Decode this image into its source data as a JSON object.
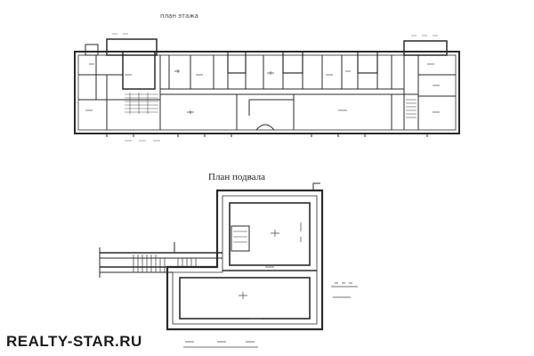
{
  "top_plan": {
    "caption": "план этажа"
  },
  "basement_plan": {
    "title": "План подвала"
  },
  "watermark": {
    "text": "REALTY-STAR.RU"
  },
  "colors": {
    "line": "#2a2a2a",
    "paper": "#ffffff",
    "hatch": "#555555"
  }
}
